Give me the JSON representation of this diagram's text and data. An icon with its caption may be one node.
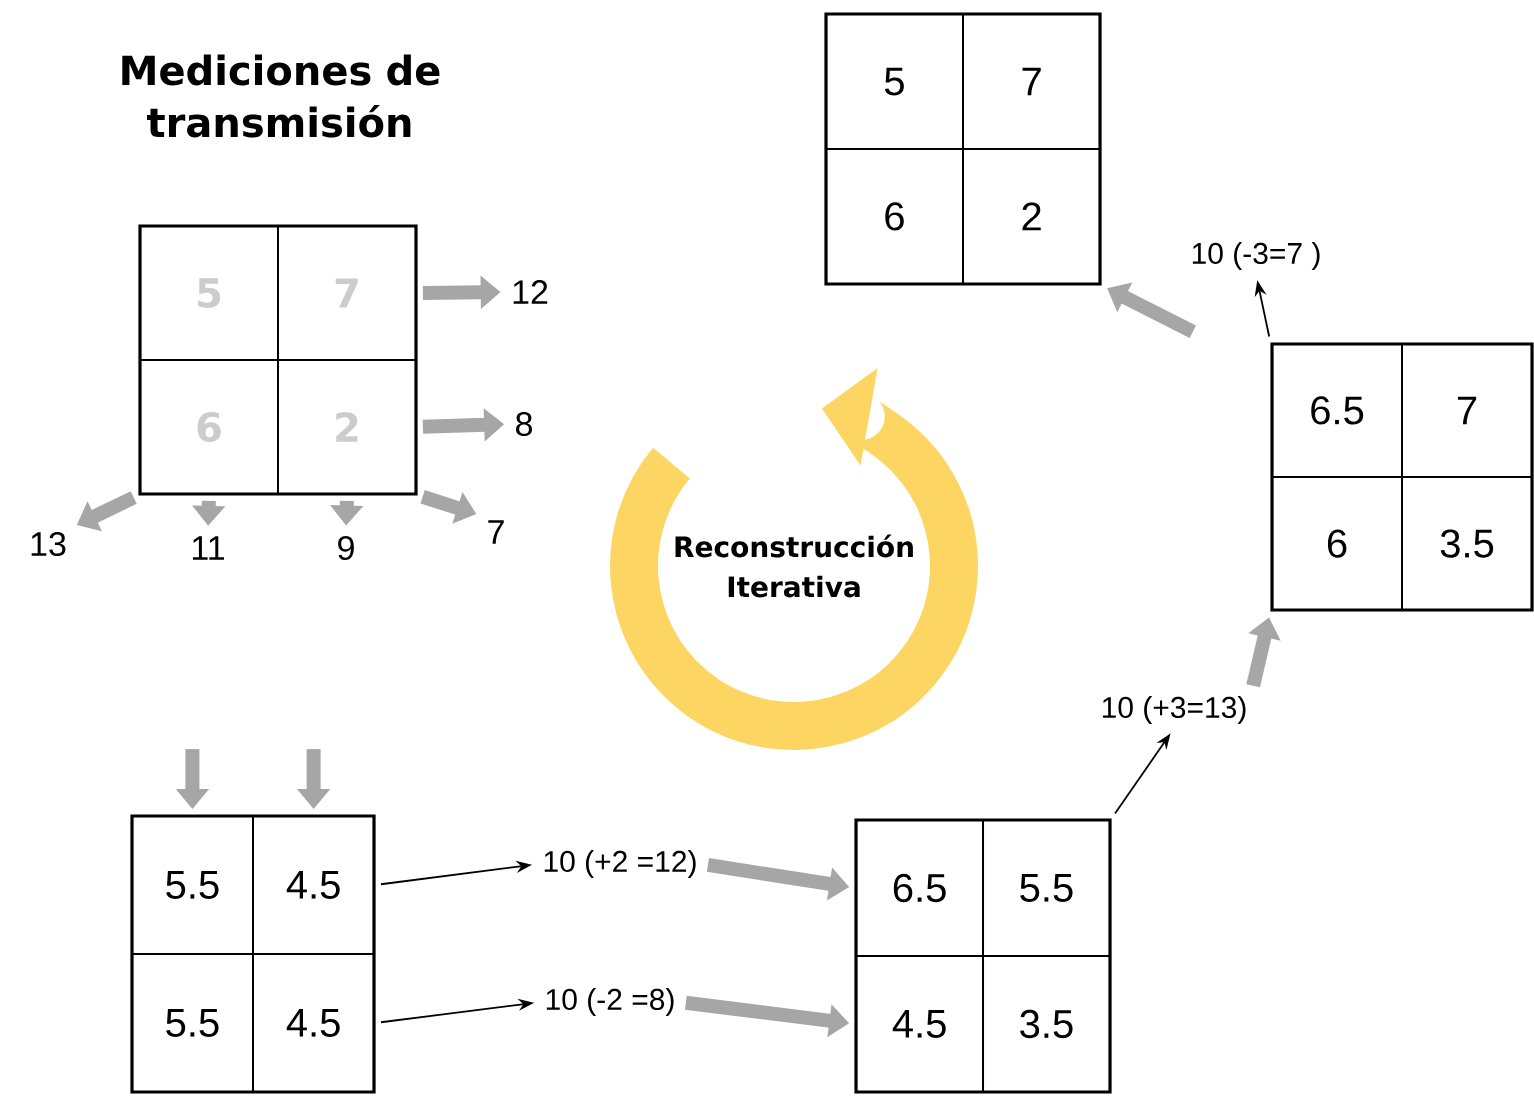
{
  "diagram": {
    "title": "Mediciones de transmisión",
    "nodes": [
      {
        "text": [],
        "shape": "box"
      },
      {
        "text": [
          "5"
        ],
        "in": 0
      },
      {
        "text": [
          "7"
        ],
        "in": 0
      },
      {
        "text": [
          "6"
        ],
        "in": 0
      },
      {
        "text": [
          "2"
        ],
        "in": 0
      },
      {
        "text": [
          "12"
        ]
      },
      {
        "text": [
          "8"
        ]
      },
      {
        "text": [
          "13"
        ]
      },
      {
        "text": [
          "11"
        ]
      },
      {
        "text": [
          "9"
        ]
      },
      {
        "text": [
          "7"
        ]
      },
      {
        "text": [],
        "shape": "box"
      },
      {
        "text": [
          "5"
        ],
        "in": 11
      },
      {
        "text": [
          "7"
        ],
        "in": 11
      },
      {
        "text": [
          "6"
        ],
        "in": 11
      },
      {
        "text": [
          "2"
        ],
        "in": 11
      },
      {
        "text": [],
        "shape": "box"
      },
      {
        "text": [
          "6.5"
        ],
        "in": 16
      },
      {
        "text": [
          "7"
        ],
        "in": 16
      },
      {
        "text": [
          "6"
        ],
        "in": 16
      },
      {
        "text": [
          "3.5"
        ],
        "in": 16
      },
      {
        "text": [],
        "shape": "box"
      },
      {
        "text": [
          "5.5"
        ],
        "in": 21
      },
      {
        "text": [
          "4.5"
        ],
        "in": 21
      },
      {
        "text": [
          "5.5"
        ],
        "in": 21
      },
      {
        "text": [
          "4.5"
        ],
        "in": 21
      },
      {
        "text": [],
        "shape": "box"
      },
      {
        "text": [
          "6.5"
        ],
        "in": 26
      },
      {
        "text": [
          "5.5"
        ],
        "in": 26
      },
      {
        "text": [
          "4.5"
        ],
        "in": 26
      },
      {
        "text": [
          "3.5"
        ],
        "in": 26
      },
      {
        "text": [
          "10 (+2 =12)"
        ]
      },
      {
        "text": [
          "10 (-2 =8)"
        ]
      },
      {
        "text": [
          "10 (+3=13)"
        ]
      },
      {
        "text": [
          "10 (-3=7 )"
        ]
      },
      {
        "text": [
          "Reconstrucción Iterativa"
        ]
      }
    ],
    "edges": [
      {
        "from": 2,
        "to": 5,
        "arrow": "to"
      },
      {
        "from": 4,
        "to": 6,
        "arrow": "to"
      },
      {
        "from": 3,
        "to": 7,
        "arrow": "to"
      },
      {
        "from": 3,
        "to": 8,
        "arrow": "to"
      },
      {
        "from": 4,
        "to": 9,
        "arrow": "to"
      },
      {
        "from": 4,
        "to": 10,
        "arrow": "to"
      },
      {
        "from": null,
        "to": 22,
        "arrow": "to"
      },
      {
        "from": null,
        "to": 23,
        "arrow": "to"
      },
      {
        "from": 23,
        "to": 31,
        "arrow": "to",
        "color": "#000000"
      },
      {
        "from": 25,
        "to": 32,
        "arrow": "to",
        "color": "#000000"
      },
      {
        "from": 31,
        "to": 27,
        "arrow": "to"
      },
      {
        "from": 32,
        "to": 29,
        "arrow": "to"
      },
      {
        "from": 26,
        "to": 33,
        "arrow": "to",
        "color": "#000000"
      },
      {
        "from": 33,
        "to": 16,
        "arrow": "to"
      },
      {
        "from": 16,
        "to": 34,
        "arrow": "to",
        "color": "#000000"
      },
      {
        "from": 34,
        "to": 11,
        "arrow": "to"
      }
    ]
  }
}
